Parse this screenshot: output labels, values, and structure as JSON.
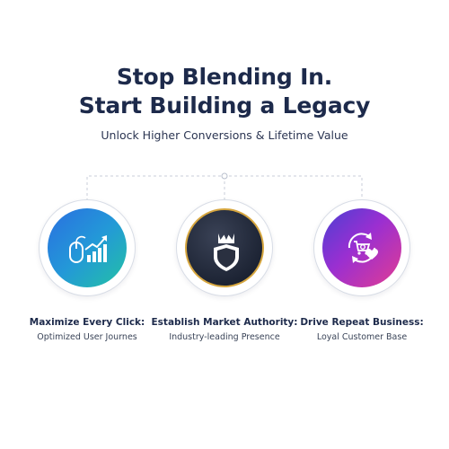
{
  "headline": {
    "line1": "Stop Blending In.",
    "line2": "Start Building a Legacy"
  },
  "subheadline": "Unlock Higher Conversions & Lifetime Value",
  "features": [
    {
      "icon": "mouse-growth-chart-icon",
      "title": "Maximize Every Click:",
      "subtitle": "Optimized User Journes",
      "colors": [
        "#2a6fe0",
        "#2398d8",
        "#23c2a4"
      ]
    },
    {
      "icon": "crown-shield-icon",
      "title": "Establish Market Authority:",
      "subtitle": "Industry-leading Presence",
      "colors": [
        "#1b2232",
        "#d6a63f"
      ]
    },
    {
      "icon": "cart-heart-cycle-icon",
      "title": "Drive Repeat Business:",
      "subtitle": "Loyal Customer Base",
      "colors": [
        "#4b3fd3",
        "#9a2fd1",
        "#e23c92"
      ]
    }
  ]
}
